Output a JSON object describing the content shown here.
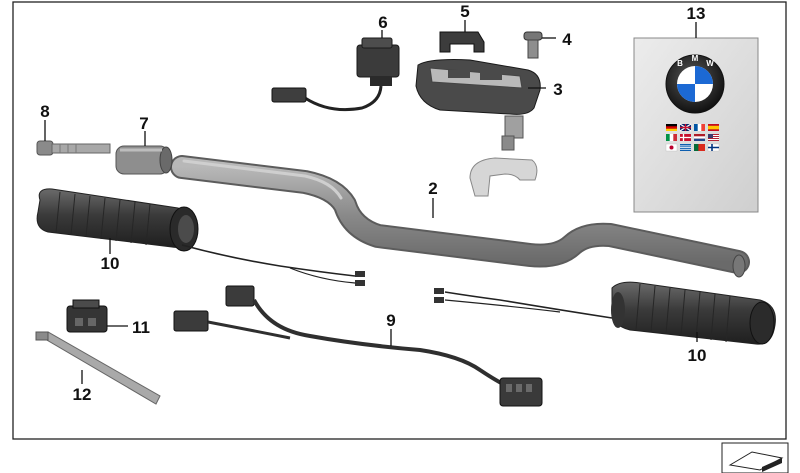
{
  "diagram": {
    "callouts": [
      {
        "id": "2",
        "label": "2"
      },
      {
        "id": "3",
        "label": "3"
      },
      {
        "id": "4",
        "label": "4"
      },
      {
        "id": "5",
        "label": "5"
      },
      {
        "id": "6",
        "label": "6"
      },
      {
        "id": "7",
        "label": "7"
      },
      {
        "id": "8",
        "label": "8"
      },
      {
        "id": "9",
        "label": "9"
      },
      {
        "id": "10a",
        "label": "10"
      },
      {
        "id": "10b",
        "label": "10"
      },
      {
        "id": "11",
        "label": "11"
      },
      {
        "id": "12",
        "label": "12"
      },
      {
        "id": "13",
        "label": "13"
      }
    ],
    "manual": {
      "brand_letters": [
        "B",
        "M",
        "W"
      ]
    },
    "colors": {
      "part_dark": "#3d3d3d",
      "part_mid": "#8c8c8c",
      "part_light": "#c9c9c9",
      "manual_bg": "#e2e2e2",
      "bmw_blue": "#1c69d4"
    }
  }
}
